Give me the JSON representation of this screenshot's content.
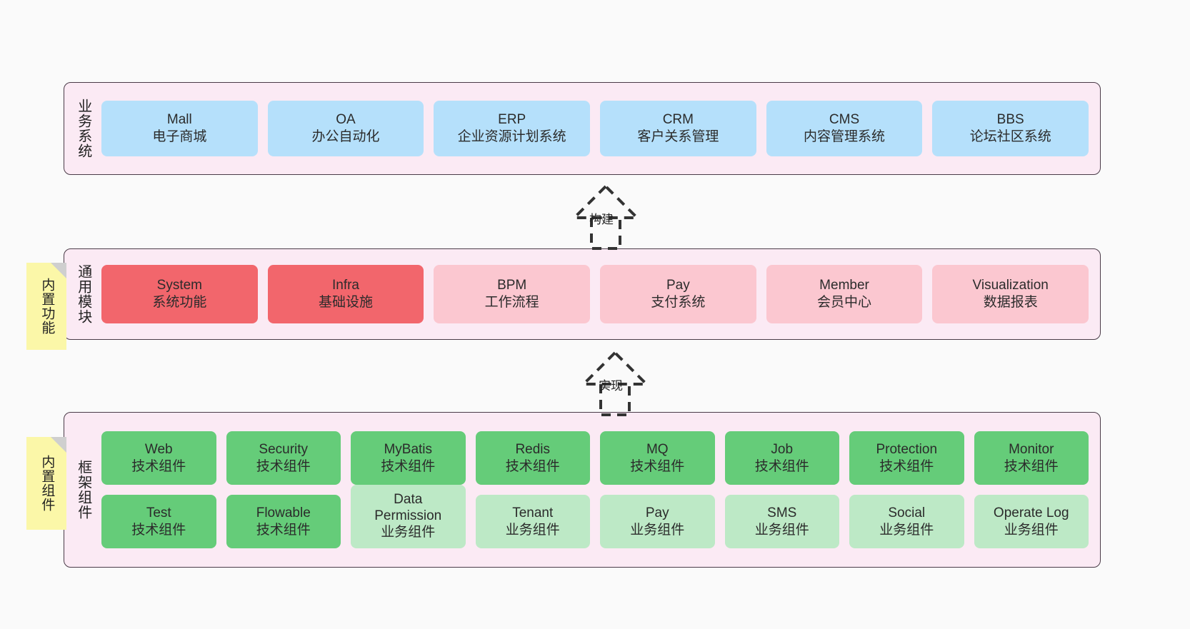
{
  "diagram": {
    "background": "#fafafa",
    "panel_fill": "#fbeaf4",
    "panel_stroke": "#4a3b48",
    "note_fill": "#fbf7a8",
    "note_fold": "#cfcfcf",
    "connector_stroke": "#333333"
  },
  "layers": [
    {
      "id": "business-system",
      "caption": "业务系统",
      "note": null,
      "rows": [
        {
          "cards": [
            {
              "title": "Mall",
              "subtitle": "电子商城",
              "color": "#b5e0fb"
            },
            {
              "title": "OA",
              "subtitle": "办公自动化",
              "color": "#b5e0fb"
            },
            {
              "title": "ERP",
              "subtitle": "企业资源计划系统",
              "color": "#b5e0fb"
            },
            {
              "title": "CRM",
              "subtitle": "客户关系管理",
              "color": "#b5e0fb"
            },
            {
              "title": "CMS",
              "subtitle": "内容管理系统",
              "color": "#b5e0fb"
            },
            {
              "title": "BBS",
              "subtitle": "论坛社区系统",
              "color": "#b5e0fb"
            }
          ]
        }
      ]
    },
    {
      "id": "general-module",
      "caption": "通用模块",
      "note": "内置功能",
      "rows": [
        {
          "cards": [
            {
              "title": "System",
              "subtitle": "系统功能",
              "color": "#f2666c"
            },
            {
              "title": "Infra",
              "subtitle": "基础设施",
              "color": "#f2666c"
            },
            {
              "title": "BPM",
              "subtitle": "工作流程",
              "color": "#fbc7d0"
            },
            {
              "title": "Pay",
              "subtitle": "支付系统",
              "color": "#fbc7d0"
            },
            {
              "title": "Member",
              "subtitle": "会员中心",
              "color": "#fbc7d0"
            },
            {
              "title": "Visualization",
              "subtitle": "数据报表",
              "color": "#fbc7d0"
            }
          ]
        }
      ]
    },
    {
      "id": "framework-component",
      "caption": "框架组件",
      "note": "内置组件",
      "rows": [
        {
          "cards": [
            {
              "title": "Web",
              "subtitle": "技术组件",
              "color": "#65cc79"
            },
            {
              "title": "Security",
              "subtitle": "技术组件",
              "color": "#65cc79"
            },
            {
              "title": "MyBatis",
              "subtitle": "技术组件",
              "color": "#65cc79"
            },
            {
              "title": "Redis",
              "subtitle": "技术组件",
              "color": "#65cc79"
            },
            {
              "title": "MQ",
              "subtitle": "技术组件",
              "color": "#65cc79"
            },
            {
              "title": "Job",
              "subtitle": "技术组件",
              "color": "#65cc79"
            },
            {
              "title": "Protection",
              "subtitle": "技术组件",
              "color": "#65cc79"
            },
            {
              "title": "Monitor",
              "subtitle": "技术组件",
              "color": "#65cc79"
            }
          ]
        },
        {
          "cards": [
            {
              "title": "Test",
              "subtitle": "技术组件",
              "color": "#65cc79"
            },
            {
              "title": "Flowable",
              "subtitle": "技术组件",
              "color": "#65cc79"
            },
            {
              "title": "Data Permission",
              "subtitle": "业务组件",
              "color": "#bde9c6"
            },
            {
              "title": "Tenant",
              "subtitle": "业务组件",
              "color": "#bde9c6"
            },
            {
              "title": "Pay",
              "subtitle": "业务组件",
              "color": "#bde9c6"
            },
            {
              "title": "SMS",
              "subtitle": "业务组件",
              "color": "#bde9c6"
            },
            {
              "title": "Social",
              "subtitle": "业务组件",
              "color": "#bde9c6"
            },
            {
              "title": "Operate Log",
              "subtitle": "业务组件",
              "color": "#bde9c6"
            }
          ]
        }
      ]
    }
  ],
  "connectors": [
    {
      "id": "build",
      "label": "构建"
    },
    {
      "id": "realize",
      "label": "实现"
    }
  ]
}
